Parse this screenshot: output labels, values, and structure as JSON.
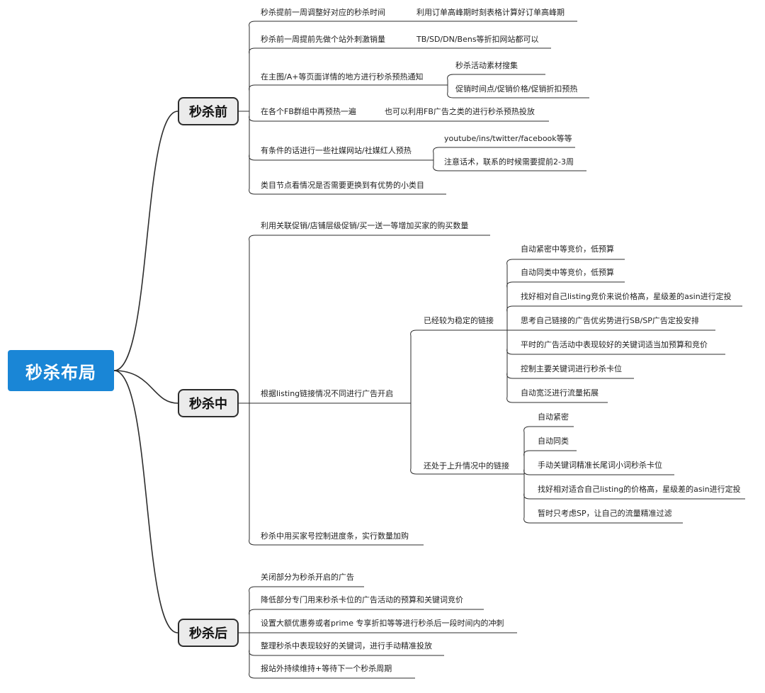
{
  "root": "秒杀布局",
  "before": {
    "title": "秒杀前",
    "items": [
      "秒杀提前一周调整好对应的秒杀时间",
      "秒杀前一周提前先做个站外刺激销量",
      "在主图/A+等页面详情的地方进行秒杀预热通知",
      "在各个FB群组中再预热一遍",
      "有条件的话进行一些社媒网站/社媒红人预热",
      "类目节点看情况是否需要更换到有优势的小类目"
    ],
    "subs": {
      "s0": "利用订单高峰期时刻表格计算好订单高峰期",
      "s1": "TB/SD/DN/Bens等折扣网站都可以",
      "s2a": "秒杀活动素材搜集",
      "s2b": "促销时间点/促销价格/促销折扣预热",
      "s3": "也可以利用FB广告之类的进行秒杀预热投放",
      "s4a": "youtube/ins/twitter/facebook等等",
      "s4b": "注意话术，联系的时候需要提前2-3周"
    }
  },
  "during": {
    "title": "秒杀中",
    "items": [
      "利用关联促销/店铺层级促销/买一送一等增加买家的购买数量",
      "根据listing链接情况不同进行广告开启",
      "秒杀中用买家号控制进度条，实行数量加购"
    ],
    "branches": [
      {
        "label": "已经较为稳定的链接",
        "leaves": [
          "自动紧密中等竞价，低预算",
          "自动同类中等竞价，低预算",
          "找好相对自己listing竞价来说价格高，星级差的asin进行定投",
          "思考自己链接的广告优劣势进行SB/SP广告定投安排",
          "平时的广告活动中表现较好的关键词适当加预算和竞价",
          "控制主要关键词进行秒杀卡位",
          "自动宽泛进行流量拓展"
        ]
      },
      {
        "label": "还处于上升情况中的链接",
        "leaves": [
          "自动紧密",
          "自动同类",
          "手动关键词精准长尾词小词秒杀卡位",
          "找好相对适合自己listing的价格高，星级差的asin进行定投",
          "暂时只考虑SP，让自己的流量精准过滤"
        ]
      }
    ]
  },
  "after": {
    "title": "秒杀后",
    "items": [
      "关闭部分为秒杀开启的广告",
      "降低部分专门用来秒杀卡位的广告活动的预算和关键词竞价",
      "设置大额优惠劵或者prime 专享折扣等等进行秒杀后一段时间内的冲刺",
      "整理秒杀中表现较好的关键词，进行手动精准投放",
      "报站外持续维持+等待下一个秒杀周期"
    ]
  },
  "colors": {
    "root_bg": "#1a86d6",
    "section_bg": "#ebebeb",
    "line": "#2d2d2d"
  }
}
